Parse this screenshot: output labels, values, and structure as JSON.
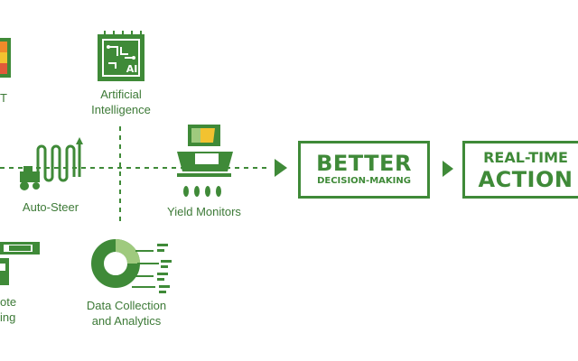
{
  "labels": {
    "ai_line1": "Artificial",
    "ai_line2": "Intelligence",
    "left_top": "T",
    "auto_steer": "Auto-Steer",
    "yield_monitors": "Yield Monitors",
    "data_line1": "Data Collection",
    "data_line2": "and Analytics",
    "left_bottom_line1": "ote",
    "left_bottom_line2": "ing"
  },
  "boxes": {
    "better_big": "BETTER",
    "better_small": "DECISION-MAKING",
    "realtime_top": "REAL-TIME",
    "realtime_bottom": "ACTION"
  },
  "icons": {
    "ai": "ai-chip-icon",
    "auto_steer": "tractor-auto-steer-icon",
    "yield": "combine-harvester-icon",
    "data": "donut-analytics-icon",
    "remote": "remote-sensing-icon",
    "gauge": "sensor-gauge-icon"
  },
  "colors": {
    "primary_green": "#3f8a38",
    "dark_green": "#2f6b2a",
    "light_green": "#9fca7e",
    "yellow": "#f2c230",
    "orange": "#ef8a2a",
    "red": "#e05a3a"
  }
}
